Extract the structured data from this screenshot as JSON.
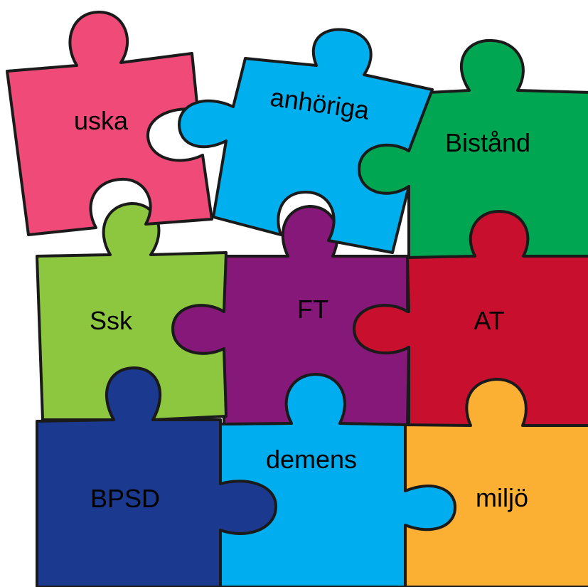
{
  "pieces": [
    {
      "id": "uska",
      "label": "uska",
      "color": "#f04b78"
    },
    {
      "id": "anhoriga",
      "label": "anhöriga",
      "color": "#00b0ee"
    },
    {
      "id": "bistand",
      "label": "Bistånd",
      "color": "#00a651"
    },
    {
      "id": "ssk",
      "label": "Ssk",
      "color": "#8dc63f"
    },
    {
      "id": "ft",
      "label": "FT",
      "color": "#851878"
    },
    {
      "id": "at",
      "label": "AT",
      "color": "#c8102e"
    },
    {
      "id": "bpsd",
      "label": "BPSD",
      "color": "#1b3a8f"
    },
    {
      "id": "demens",
      "label": "demens",
      "color": "#00aeef"
    },
    {
      "id": "miljo",
      "label": "miljö",
      "color": "#fbb034"
    }
  ]
}
